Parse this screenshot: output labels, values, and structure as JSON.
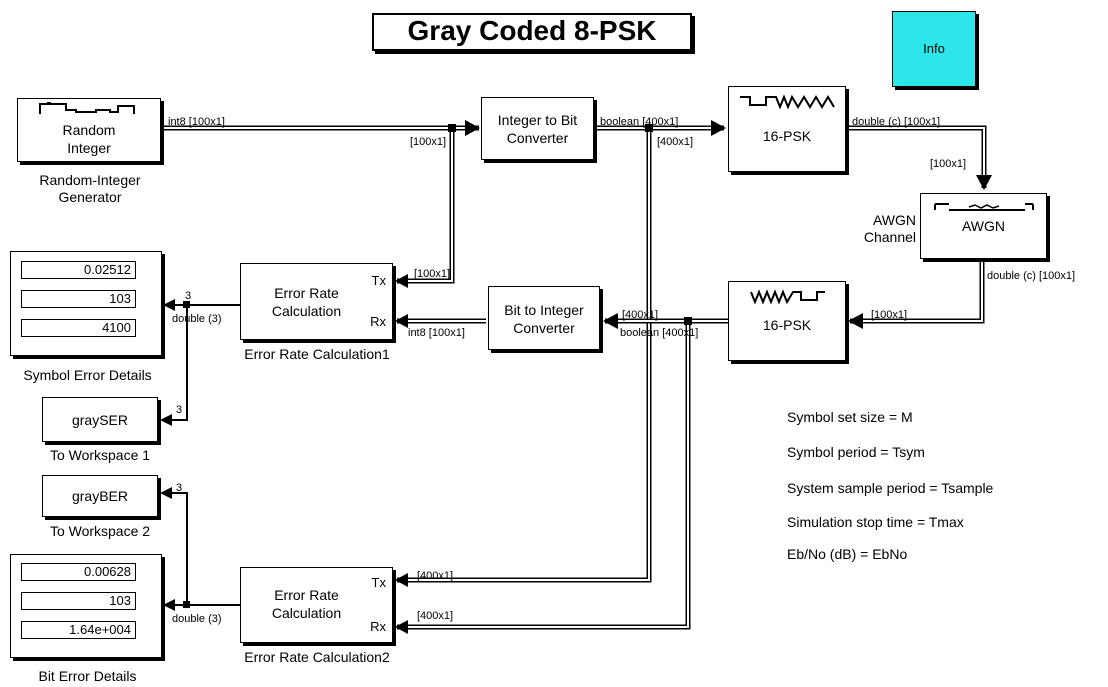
{
  "title": "Gray Coded 8-PSK",
  "info_label": "Info",
  "blocks": {
    "random_integer": {
      "text_line1": "Random",
      "text_line2": "Integer",
      "caption_line1": "Random-Integer",
      "caption_line2": "Generator"
    },
    "int_to_bit": {
      "text_line1": "Integer to Bit",
      "text_line2": "Converter"
    },
    "psk_mod": {
      "text": "16-PSK"
    },
    "awgn": {
      "text": "AWGN",
      "caption_line1": "AWGN",
      "caption_line2": "Channel"
    },
    "psk_demod": {
      "text": "16-PSK"
    },
    "bit_to_int": {
      "text_line1": "Bit to Integer",
      "text_line2": "Converter"
    },
    "err_rate1": {
      "text_line1": "Error Rate",
      "text_line2": "Calculation",
      "tx": "Tx",
      "rx": "Rx",
      "caption": "Error Rate Calculation1"
    },
    "err_rate2": {
      "text_line1": "Error Rate",
      "text_line2": "Calculation",
      "tx": "Tx",
      "rx": "Rx",
      "caption": "Error Rate Calculation2"
    },
    "symbol_display": {
      "values": [
        "0.02512",
        "103",
        "4100"
      ],
      "caption": "Symbol Error Details"
    },
    "bit_display": {
      "values": [
        "0.00628",
        "103",
        "1.64e+004"
      ],
      "caption": "Bit Error Details"
    },
    "to_ws1": {
      "text": "graySER",
      "caption": "To Workspace 1"
    },
    "to_ws2": {
      "text": "grayBER",
      "caption": "To Workspace 2"
    }
  },
  "signals": {
    "int8_100": "int8 [100x1]",
    "dim_100": "[100x1]",
    "bool_400": "boolean [400x1]",
    "dim_400": "[400x1]",
    "double_c_100": "double (c) [100x1]",
    "dim_100_awgn": "[100x1]",
    "double_c_100_out": "double (c) [100x1]",
    "dim_100_demod": "[100x1]",
    "dim_400_demod": "[400x1]",
    "bool_400_demod": "boolean [400x1]",
    "int8_100_rx": "int8 [100x1]",
    "dim_100_tx": "[100x1]",
    "double3_a": "double (3)",
    "three_a": "3",
    "three_b": "3",
    "three_c": "3",
    "double3_b": "double (3)",
    "dim_400_tx2": "[400x1]",
    "dim_400_rx2": "[400x1]"
  },
  "notes": [
    "Symbol set size = M",
    "Symbol period = Tsym",
    "System sample period = Tsample",
    "Simulation stop time = Tmax",
    "Eb/No (dB) = EbNo"
  ]
}
